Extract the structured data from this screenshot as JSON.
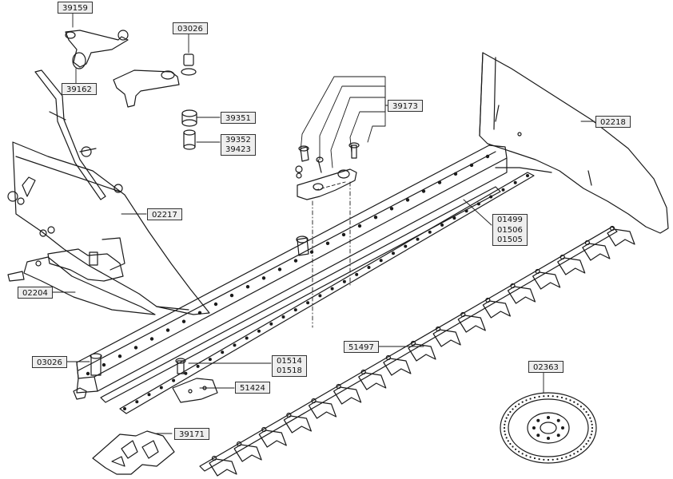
{
  "labels": {
    "p39159": "39159",
    "p39162": "39162",
    "p03026_top": "03026",
    "p39351": "39351",
    "p39352": "39352",
    "p39423": "39423",
    "p39173": "39173",
    "p02218": "02218",
    "p02217": "02217",
    "p01499": "01499",
    "p01506": "01506",
    "p01505": "01505",
    "p02204": "02204",
    "p51497": "51497",
    "p02363": "02363",
    "p03026_bottom": "03026",
    "p01514": "01514",
    "p01518": "01518",
    "p51424": "51424",
    "p39171": "39171"
  },
  "colors": {
    "line": "#1a1a1a",
    "label_bg": "#eeeeee",
    "label_border": "#333333"
  }
}
